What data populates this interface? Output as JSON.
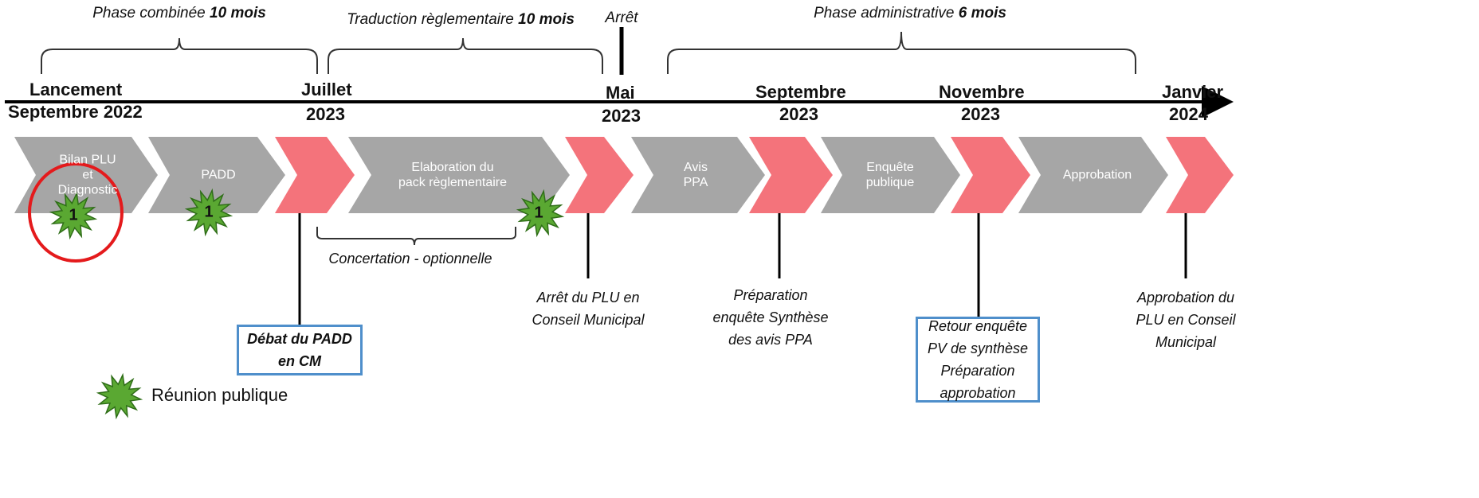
{
  "phases": [
    {
      "text": "Phase combinée",
      "duration": "10 mois"
    },
    {
      "text": "Traduction règlementaire",
      "duration": "10 mois"
    },
    {
      "text": "Arrêt",
      "duration": ""
    },
    {
      "text": "Phase administrative",
      "duration": "6 mois"
    }
  ],
  "dates": [
    {
      "top": "Lancement",
      "bottom": "Septembre 2022"
    },
    {
      "top": "Juillet",
      "bottom": "2023"
    },
    {
      "top": "Mai",
      "bottom": "2023"
    },
    {
      "top": "Septembre",
      "bottom": "2023"
    },
    {
      "top": "Novembre",
      "bottom": "2023"
    },
    {
      "top": "Janvier",
      "bottom": "2024"
    }
  ],
  "steps": [
    {
      "label": "Bilan PLU et Diagnostic",
      "kind": "grey"
    },
    {
      "label": "PADD",
      "kind": "grey"
    },
    {
      "label": "",
      "kind": "red"
    },
    {
      "label": "Elaboration du pack règlementaire",
      "kind": "grey"
    },
    {
      "label": "",
      "kind": "red"
    },
    {
      "label": "Avis PPA",
      "kind": "grey"
    },
    {
      "label": "",
      "kind": "red"
    },
    {
      "label": "Enquête publique",
      "kind": "grey"
    },
    {
      "label": "",
      "kind": "red"
    },
    {
      "label": "Approbation",
      "kind": "grey"
    },
    {
      "label": "",
      "kind": "red"
    }
  ],
  "badge_number": "1",
  "concertation": "Concertation - optionnelle",
  "notes": {
    "arret_plu": "Arrêt du PLU en Conseil Municipal",
    "preparation": "Préparation enquête Synthèse des avis PPA",
    "approbation_plu": "Approbation du PLU en Conseil Municipal"
  },
  "boxes": {
    "debat": "Débat du PADD\nen CM",
    "retour": "Retour enquête\nPV de synthèse\nPréparation\napprobation"
  },
  "legend": {
    "label": "Réunion publique"
  },
  "colors": {
    "grey": "#a6a6a6",
    "red": "#f4737b",
    "green": "#5aa832",
    "circle": "#e41a1c",
    "box_border": "#4f8fcb"
  }
}
